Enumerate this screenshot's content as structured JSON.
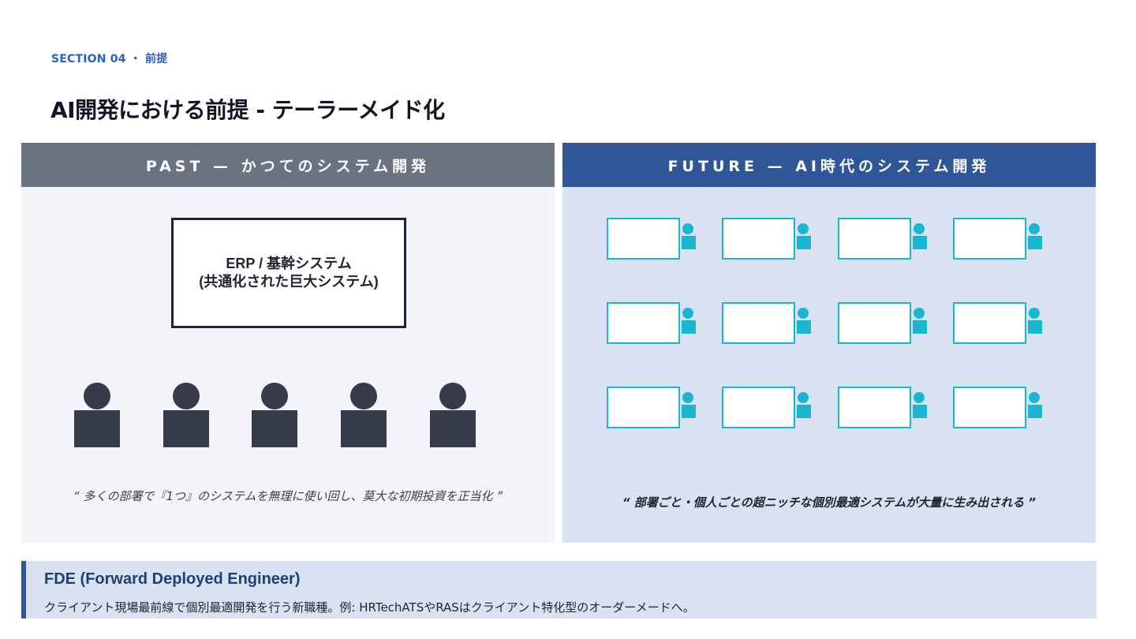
{
  "header": {
    "eyebrow": "SECTION 04 ・ 前提",
    "title": "AI開発における前提 - テーラーメイド化"
  },
  "past": {
    "heading": "PAST — かつてのシステム開発",
    "erp_line1": "ERP / 基幹システム",
    "erp_line2": "(共通化された巨大システム)",
    "people_count": 5,
    "quote": "“ 多くの部署で『1つ』のシステムを無理に使い回し、莫大な初期投資を正当化 ”"
  },
  "future": {
    "heading": "FUTURE — AI時代のシステム開発",
    "workstation_grid": {
      "rows": 3,
      "cols": 4
    },
    "quote": "“ 部署ごと・個人ごとの超ニッチな個別最適システムが大量に生み出される ”"
  },
  "note": {
    "title": "FDE (Forward Deployed Engineer)",
    "text": "クライアント現場最前線で個別最適開発を行う新職種。例: HRTechATSやRASはクライアント特化型のオーダーメードへ。"
  },
  "colors": {
    "accent_blue": "#2f5697",
    "eyebrow_blue": "#2a5fc4",
    "past_header": "#6b7280",
    "cyan": "#19b6d2",
    "dark": "#363b4a"
  },
  "icons": {
    "person": "person-icon",
    "workstation": "monitor-user-icon"
  }
}
